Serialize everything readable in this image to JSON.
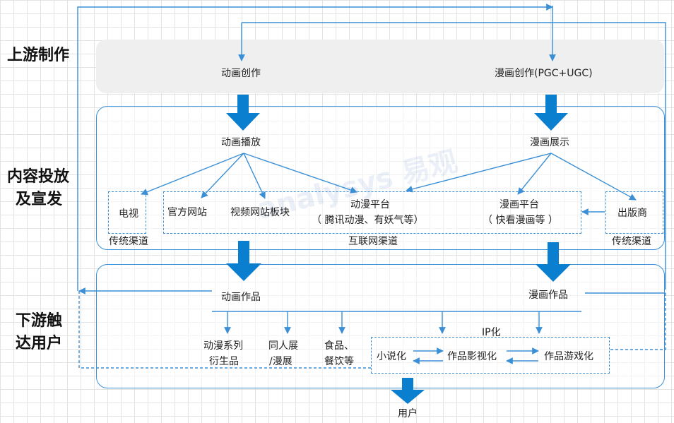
{
  "sections": {
    "upstream": "上游制作",
    "distribution_l1": "内容投放",
    "distribution_l2": "及宣发",
    "downstream_l1": "下游触",
    "downstream_l2": "达用户"
  },
  "nodes": {
    "anime_creation": "动画创作",
    "manga_creation": "漫画创作(PGC+UGC)",
    "anime_broadcast": "动画播放",
    "manga_display": "漫画展示",
    "tv": "电视",
    "official_site": "官方网站",
    "video_site": "视频网站板块",
    "anime_platform": "动漫平台",
    "anime_platform_examples": "（ 腾讯动漫、有妖气等）",
    "manga_platform": "漫画平台",
    "manga_platform_examples": "（ 快看漫画等 ）",
    "publisher": "出版商",
    "traditional_channel_left": "传统渠道",
    "internet_channel": "互联网渠道",
    "traditional_channel_right": "传统渠道",
    "anime_works": "动画作品",
    "manga_works": "漫画作品",
    "merch_l1": "动漫系列",
    "merch_l2": "衍生品",
    "expo_l1": "同人展",
    "expo_l2": "/漫展",
    "food_l1": "食品、",
    "food_l2": "餐饮等",
    "ip": "IP化",
    "novel": "小说化",
    "film": "作品影视化",
    "game": "作品游戏化",
    "users": "用户"
  },
  "watermark": "analysys 易观",
  "colors": {
    "accent": "#0a7fd0",
    "line": "#3a8fd6"
  }
}
